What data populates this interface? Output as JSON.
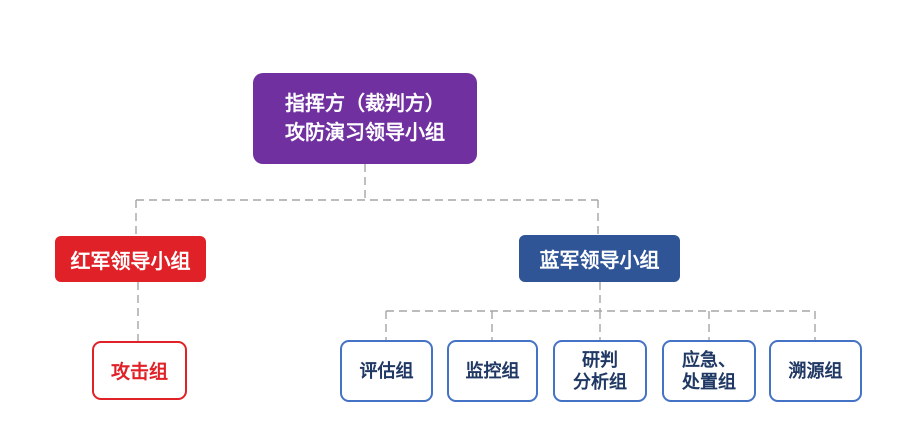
{
  "colors": {
    "background": "#FFFFFF",
    "purple": "#7030A0",
    "red": "#E02127",
    "blue": "#2F5597",
    "child_border_blue": "#4472C4",
    "child_text_blue": "#203864",
    "connector_gray": "#A6A6A6"
  },
  "org_chart": {
    "root": {
      "label": "指挥方（裁判方）\n攻防演习领导小组"
    },
    "red_team": {
      "leader": {
        "label": "红军领导小组"
      },
      "children": [
        {
          "label": "攻击组"
        }
      ]
    },
    "blue_team": {
      "leader": {
        "label": "蓝军领导小组"
      },
      "children": [
        {
          "label": "评估组"
        },
        {
          "label": "监控组"
        },
        {
          "label": "研判\n分析组"
        },
        {
          "label": "应急、\n处置组"
        },
        {
          "label": "溯源组"
        }
      ]
    }
  }
}
